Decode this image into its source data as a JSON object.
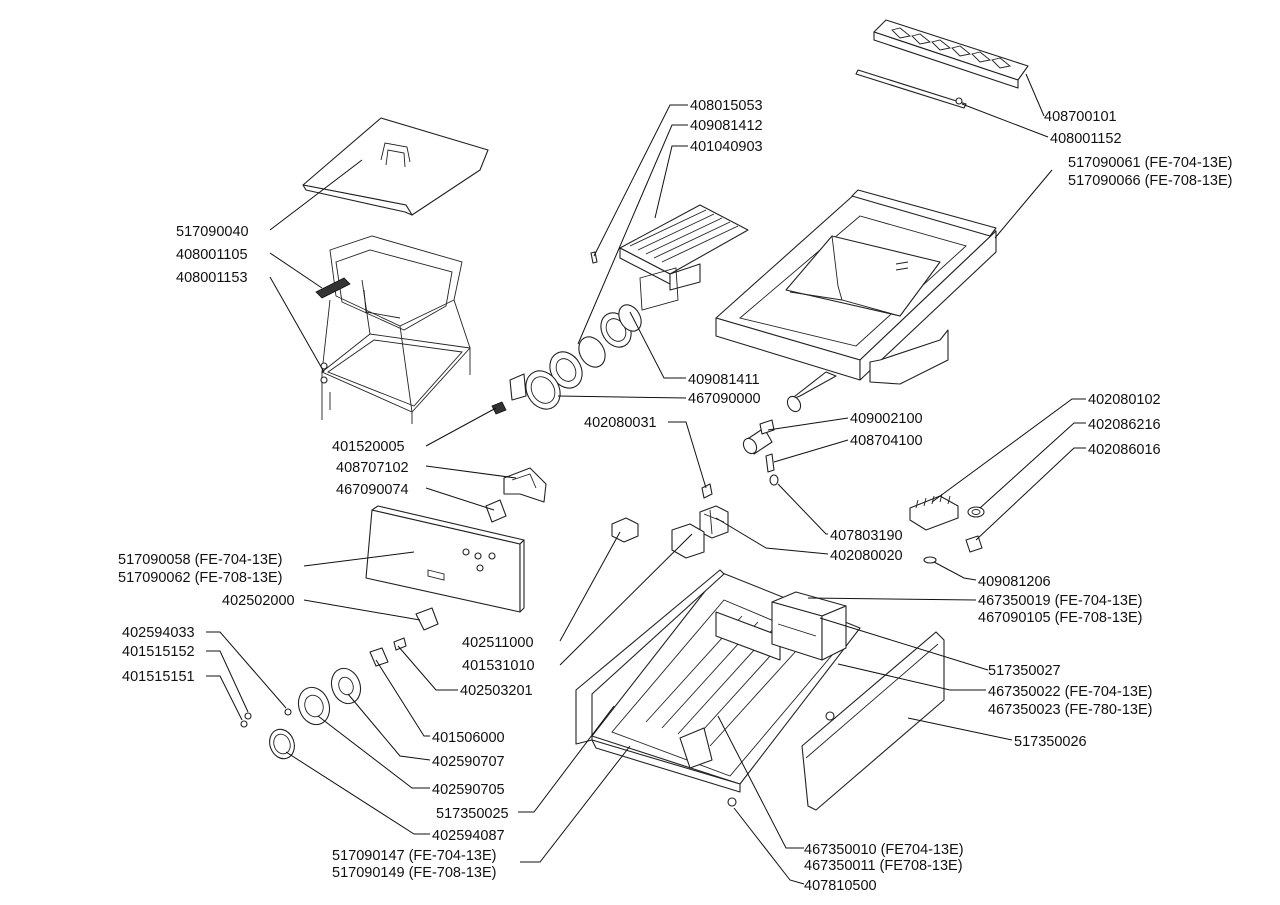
{
  "diagram": {
    "labels": {
      "l408700101": "408700101",
      "l408001152": "408001152",
      "l517090061": "517090061 (FE-704-13E)",
      "l517090066": "517090066 (FE-708-13E)",
      "l408015053": "408015053",
      "l409081412": "409081412",
      "l401040903": "401040903",
      "l517090040": "517090040",
      "l408001105": "408001105",
      "l408001153": "408001153",
      "l409081411": "409081411",
      "l467090000": "467090000",
      "l401520005": "401520005",
      "l402080031": "402080031",
      "l409002100": "409002100",
      "l408704100": "408704100",
      "l402080102": "402080102",
      "l402086216": "402086216",
      "l402086016": "402086016",
      "l408707102": "408707102",
      "l467090074": "467090074",
      "l407803190": "407803190",
      "l402080020": "402080020",
      "l517090058": "517090058 (FE-704-13E)",
      "l517090062": "517090062 (FE-708-13E)",
      "l409081206": "409081206",
      "l402502000": "402502000",
      "l467350019": "467350019 (FE-704-13E)",
      "l467090105": "467090105 (FE-708-13E)",
      "l402594033": "402594033",
      "l402511000": "402511000",
      "l401515152": "401515152",
      "l401531010": "401531010",
      "l517350027": "517350027",
      "l401515151": "401515151",
      "l402503201": "402503201",
      "l467350022": "467350022 (FE-704-13E)",
      "l467350023": "467350023 (FE-780-13E)",
      "l401506000": "401506000",
      "l517350026": "517350026",
      "l402590707": "402590707",
      "l402590705": "402590705",
      "l517350025": "517350025",
      "l402594087": "402594087",
      "l467350010": "467350010 (FE704-13E)",
      "l517090147": "517090147 (FE-704-13E)",
      "l467350011": "467350011 (FE708-13E)",
      "l517090149": "517090149 (FE-708-13E)",
      "l407810500": "407810500"
    }
  }
}
